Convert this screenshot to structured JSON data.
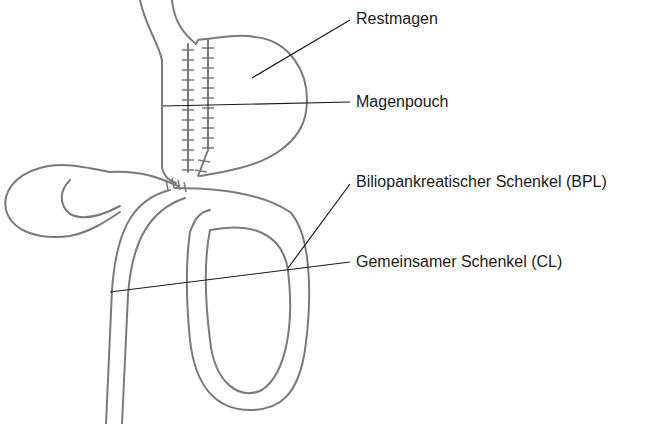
{
  "diagram": {
    "labels": [
      "Restmagen",
      "Magenpouch",
      "Biliopankreatischer Schenkel (BPL)",
      "Gemeinsamer Schenkel (CL)"
    ]
  }
}
